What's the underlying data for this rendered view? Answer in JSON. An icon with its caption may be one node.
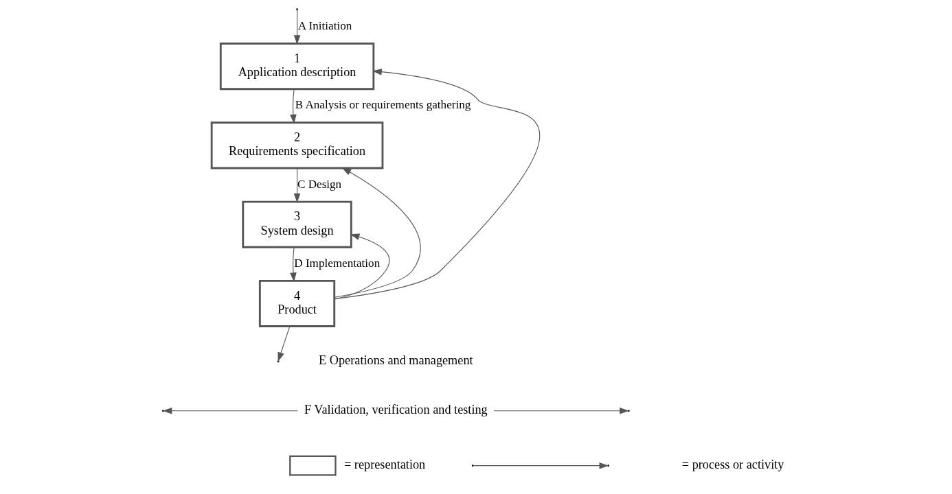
{
  "diagram": {
    "nodes": [
      {
        "text": [
          "1",
          "Application description"
        ]
      },
      {
        "text": [
          "2",
          "Requirements specification"
        ]
      },
      {
        "text": [
          "3",
          "System design"
        ]
      },
      {
        "text": [
          "4",
          "Product"
        ]
      }
    ],
    "edges": [
      {
        "from": null,
        "to": 0,
        "arrow": "to",
        "label": "A Initiation"
      },
      {
        "from": 0,
        "to": 1,
        "arrow": "to",
        "label": "B Analysis or requirements gathering"
      },
      {
        "from": 1,
        "to": 2,
        "arrow": "to",
        "label": "C Design"
      },
      {
        "from": 2,
        "to": 3,
        "arrow": "to",
        "label": "D Implementation"
      },
      {
        "from": 3,
        "to": 0,
        "arrow": "to"
      },
      {
        "from": 3,
        "to": 1,
        "arrow": "to"
      },
      {
        "from": 3,
        "to": 2,
        "arrow": "to"
      },
      {
        "from": 3,
        "to": null,
        "arrow": "to"
      }
    ],
    "labels": [
      "E Operations and management",
      "F Validation, verification and testing"
    ],
    "legend": [
      {
        "text": "= representation"
      },
      {
        "text": "= process or activity"
      }
    ]
  }
}
